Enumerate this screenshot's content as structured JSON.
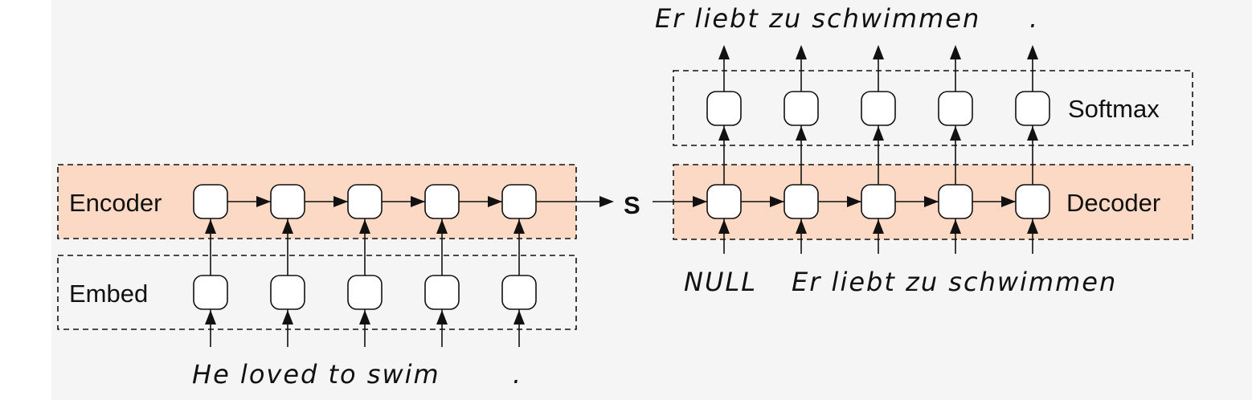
{
  "colors": {
    "background": "#f5f5f5",
    "encoder_fill": "#fbd9c4",
    "decoder_fill": "#fbd9c4",
    "stroke": "#111111"
  },
  "labels": {
    "encoder": "Encoder",
    "embed": "Embed",
    "decoder": "Decoder",
    "softmax": "Softmax",
    "state": "S"
  },
  "source_words": [
    "He",
    "loved",
    "to",
    "swim",
    "."
  ],
  "decoder_inputs": [
    "NULL",
    "Er",
    "liebt",
    "zu",
    "schwimmen"
  ],
  "target_words": [
    "Er",
    "liebt",
    "zu",
    "schwimmen",
    "."
  ],
  "text": {
    "source_sentence": "He loved to swim",
    "source_period": ".",
    "decoder_null": "NULL",
    "decoder_input_sentence": "Er liebt zu schwimmen",
    "target_sentence": "Er liebt zu schwimmen",
    "target_period": "."
  }
}
